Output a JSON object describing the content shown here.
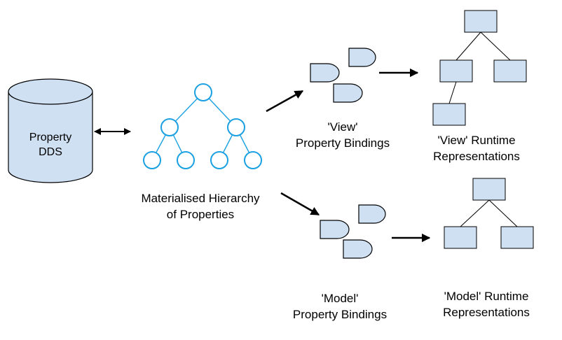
{
  "colors": {
    "node_fill": "#cfe0f3",
    "node_stroke": "#000000",
    "tree_stroke": "#1ba1e2",
    "tree_fill": "#ffffff",
    "edge": "#000000"
  },
  "database": {
    "line1": "Property",
    "line2": "DDS"
  },
  "hierarchy": {
    "line1": "Materialised Hierarchy",
    "line2": "of Properties"
  },
  "view_bindings": {
    "line1": "'View'",
    "line2": "Property Bindings"
  },
  "view_runtime": {
    "line1": "'View' Runtime",
    "line2": "Representations"
  },
  "model_bindings": {
    "line1": "'Model'",
    "line2": "Property Bindings"
  },
  "model_runtime": {
    "line1": "'Model' Runtime",
    "line2": "Representations"
  }
}
